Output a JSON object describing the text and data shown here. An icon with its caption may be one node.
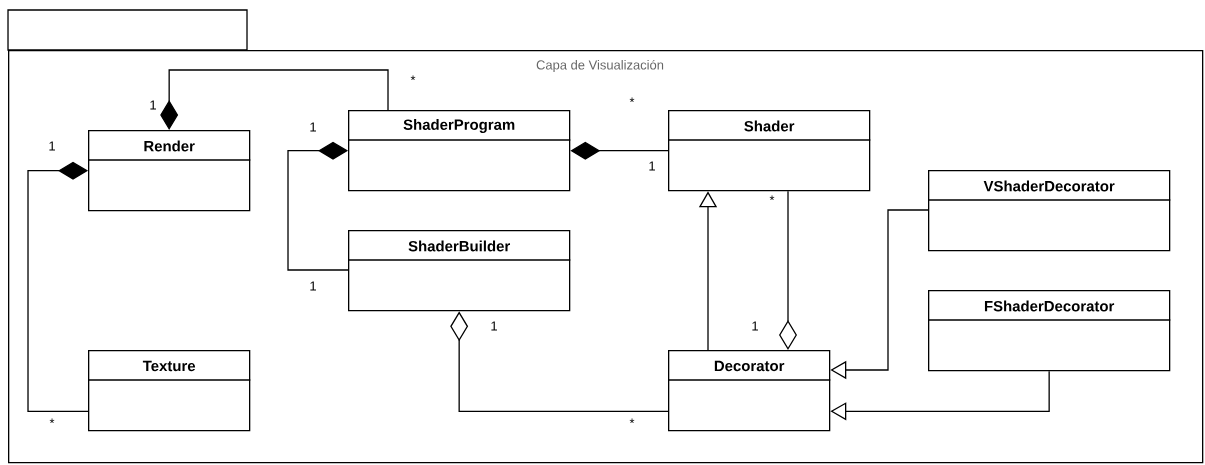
{
  "diagram": {
    "nodes": [
      {
        "text": [
          "Capa de Visualización"
        ]
      },
      {
        "text": [
          "Render"
        ],
        "in": 0
      },
      {
        "text": [
          "ShaderProgram"
        ],
        "in": 0
      },
      {
        "text": [
          "Shader"
        ],
        "in": 0
      },
      {
        "text": [
          "ShaderBuilder"
        ],
        "in": 0
      },
      {
        "text": [
          "VShaderDecorator"
        ],
        "in": 0
      },
      {
        "text": [
          "Texture"
        ],
        "in": 0
      },
      {
        "text": [
          "Decorator"
        ],
        "in": 0
      },
      {
        "text": [
          "FShaderDecorator"
        ],
        "in": 0
      }
    ],
    "edges": [
      {
        "from": 1,
        "to": 2,
        "arrow": "other"
      },
      {
        "from": 1,
        "to": 6,
        "arrow": "other"
      },
      {
        "from": 2,
        "to": 4,
        "arrow": "other"
      },
      {
        "from": 2,
        "to": 3,
        "arrow": "other"
      },
      {
        "from": 4,
        "to": 7,
        "arrow": "other"
      },
      {
        "from": 7,
        "to": 3,
        "arrow": "other"
      },
      {
        "from": 7,
        "to": 3,
        "arrow": "to"
      },
      {
        "from": 5,
        "to": 7,
        "arrow": "to"
      },
      {
        "from": 8,
        "to": 7,
        "arrow": "to"
      }
    ],
    "labels": [
      "*",
      "1",
      "*",
      "1",
      "1",
      "1",
      "*",
      "1",
      "1",
      "1",
      "*",
      "*"
    ]
  }
}
